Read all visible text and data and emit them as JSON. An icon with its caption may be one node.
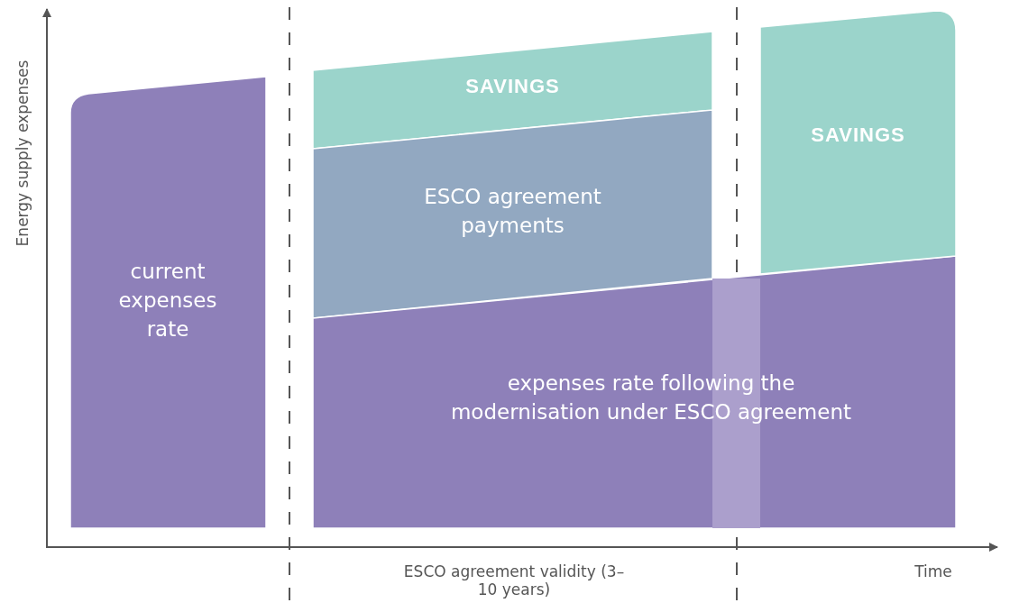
{
  "diagram": {
    "nodes": [
      {
        "text": [
          "current expenses rate"
        ]
      },
      {
        "text": [
          "SAVINGS"
        ]
      },
      {
        "text": [
          "ESCO agreement payments"
        ]
      },
      {
        "text": [
          "expenses rate following the modernisation under ESCO agreement"
        ]
      },
      {
        "text": [
          "SAVINGS"
        ]
      }
    ],
    "labels": [
      "Energy supply expenses",
      "ESCO agreement validity (3–10 years)",
      "Time"
    ]
  }
}
